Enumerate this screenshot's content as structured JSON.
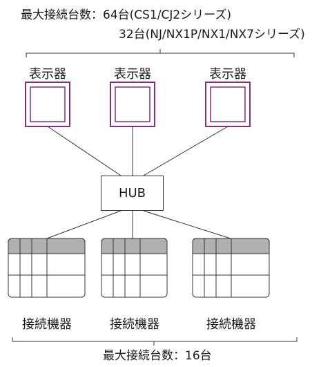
{
  "notes": {
    "top_line1": "最大接続台数：64台(CS1/CJ2シリーズ)",
    "top_line2": "32台(NJ/NX1P/NX1/NX7シリーズ)",
    "bottom": "最大接続台数：16台"
  },
  "displays": [
    {
      "label": "表示器"
    },
    {
      "label": "表示器"
    },
    {
      "label": "表示器"
    }
  ],
  "hub": {
    "label": "HUB"
  },
  "devices": [
    {
      "label": "接続機器"
    },
    {
      "label": "接続機器"
    },
    {
      "label": "接続機器"
    }
  ],
  "colors": {
    "display_frame": "#8a2a7a",
    "device_header": "#b0b0b0",
    "line": "#333333"
  }
}
